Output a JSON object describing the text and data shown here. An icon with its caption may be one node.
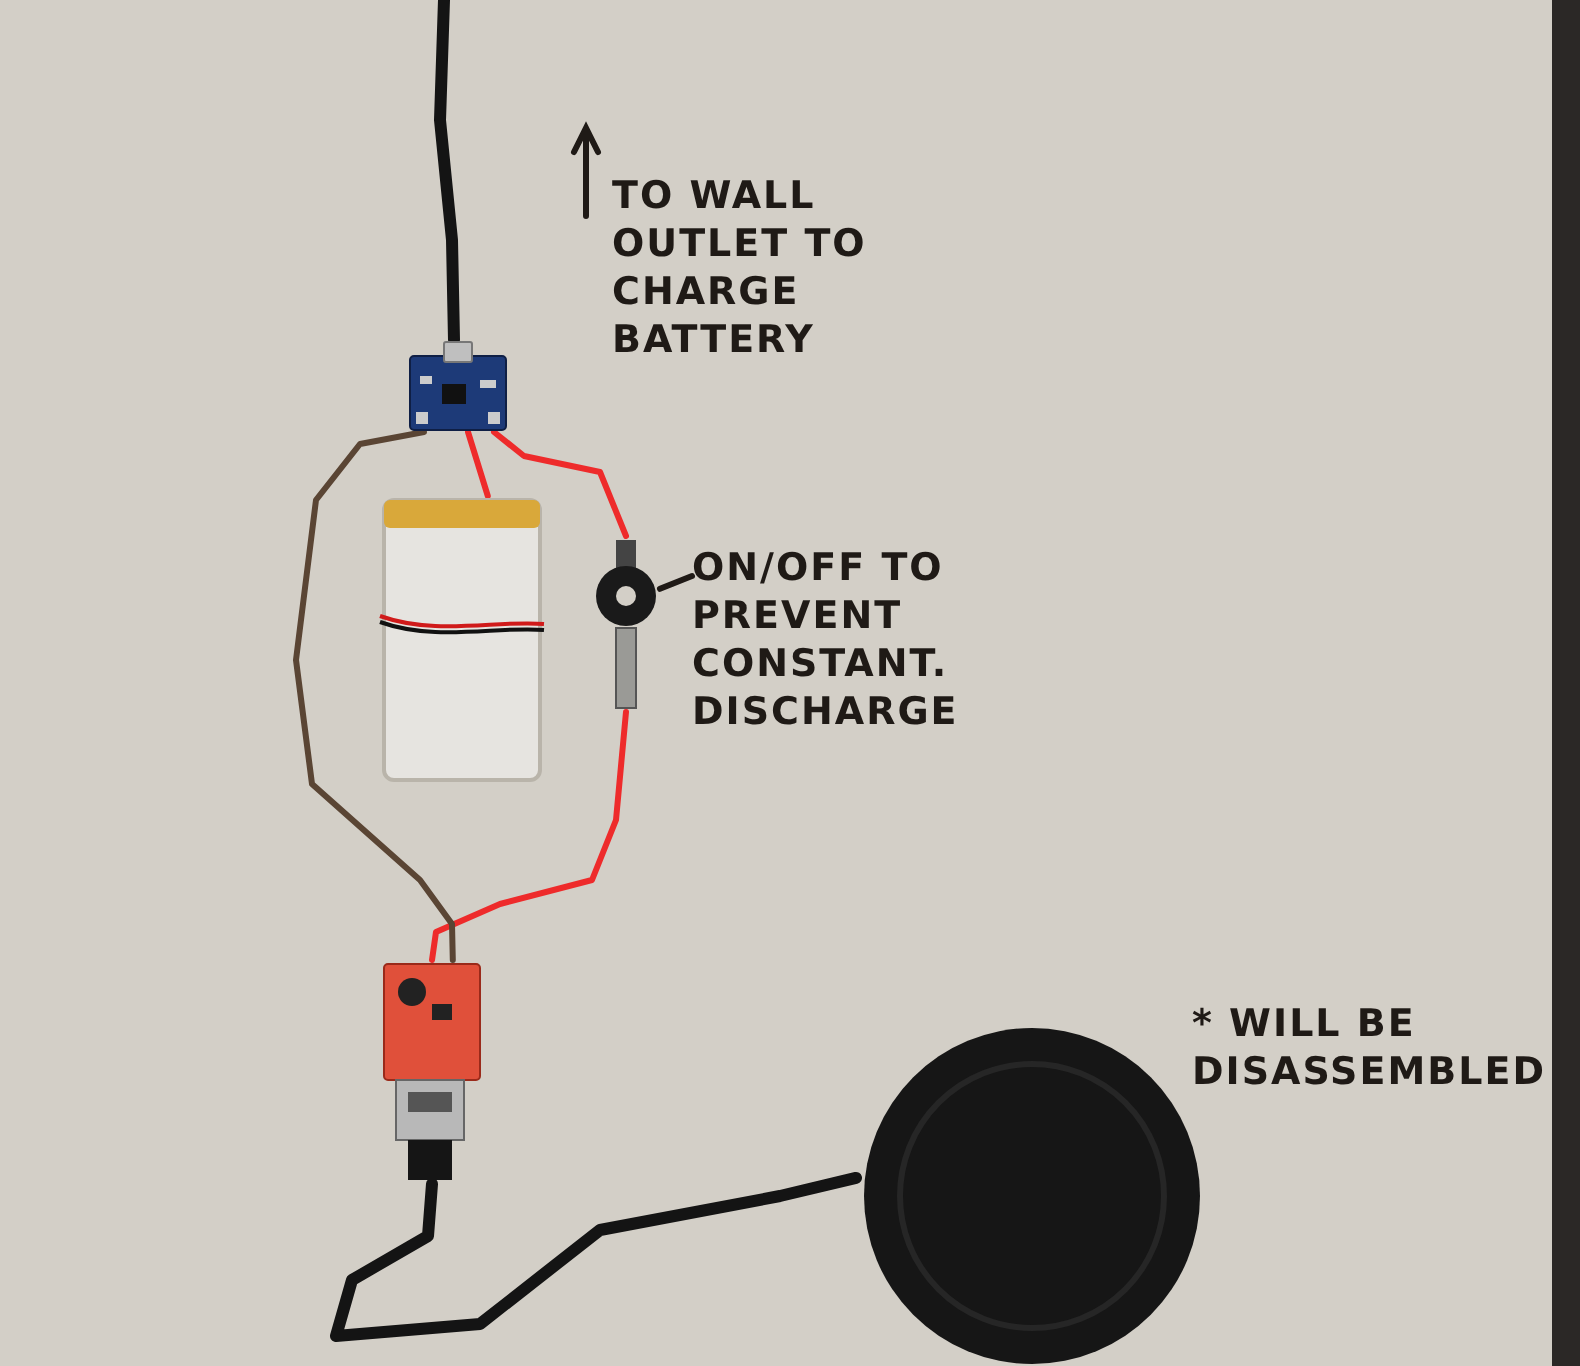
{
  "diagram": {
    "nodes": [
      {
        "text": [],
        "shape": "picture"
      },
      {
        "text": [],
        "shape": "picture"
      },
      {
        "text": [],
        "shape": "picture"
      },
      {
        "text": [
          "ON/OFF TO PREVENT CONSTANT. DISCHARGE"
        ]
      },
      {
        "text": [],
        "shape": "picture"
      },
      {
        "text": [],
        "shape": "picture"
      }
    ],
    "edges": [
      {
        "from": 0,
        "to": 1,
        "arrow": "none"
      },
      {
        "from": 0,
        "to": 2,
        "arrow": "none"
      },
      {
        "from": 2,
        "to": 4,
        "arrow": "none"
      },
      {
        "from": 0,
        "to": 4,
        "arrow": "none",
        "color": "#5a4534"
      },
      {
        "from": 4,
        "to": 5,
        "arrow": "none",
        "style": "thick",
        "color": "#141414"
      },
      {
        "from": 0,
        "to": null,
        "arrow": "none",
        "style": "thick",
        "color": "#141414"
      },
      {
        "from": 3,
        "to": 2,
        "arrow": "none",
        "color": "#1f1a16"
      }
    ],
    "labels": [
      "TO WALL OUTLET TO CHARGE BATTERY",
      "* WILL BE DISASSEMBLED"
    ]
  }
}
